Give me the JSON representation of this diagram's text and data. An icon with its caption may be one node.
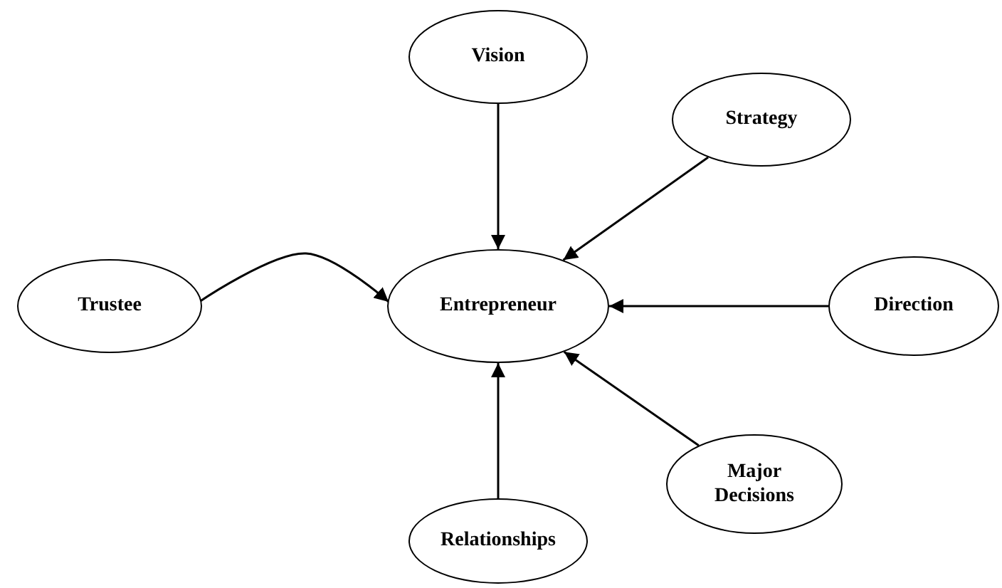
{
  "diagram": {
    "nodes": [
      {
        "text": [
          "Vision"
        ]
      },
      {
        "text": [
          "Strategy"
        ]
      },
      {
        "text": [
          "Trustee"
        ]
      },
      {
        "text": [
          "Entrepreneur"
        ]
      },
      {
        "text": [
          "Direction"
        ]
      },
      {
        "text": [
          "Major Decisions"
        ]
      },
      {
        "text": [
          "Relationships"
        ]
      }
    ],
    "edges": [
      {
        "from": 0,
        "to": 3,
        "arrow": "to"
      },
      {
        "from": 1,
        "to": 3,
        "arrow": "to"
      },
      {
        "from": 2,
        "to": 3,
        "arrow": "to"
      },
      {
        "from": 4,
        "to": 3,
        "arrow": "to"
      },
      {
        "from": 5,
        "to": 3,
        "arrow": "to"
      },
      {
        "from": 6,
        "to": 3,
        "arrow": "to"
      }
    ]
  }
}
